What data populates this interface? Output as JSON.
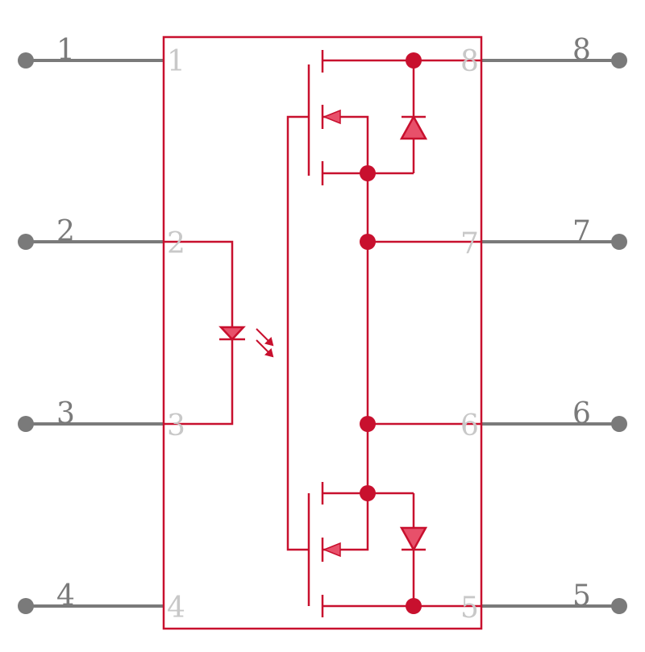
{
  "colors": {
    "body": "#c8102e",
    "pin": "#7a7a7a",
    "pin_inner_label": "#c8c8c8",
    "background": "#ffffff"
  },
  "pins": {
    "left": [
      {
        "outer": "1",
        "inner": "1"
      },
      {
        "outer": "2",
        "inner": "2"
      },
      {
        "outer": "3",
        "inner": "3"
      },
      {
        "outer": "4",
        "inner": "4"
      }
    ],
    "right": [
      {
        "outer": "8",
        "inner": "8"
      },
      {
        "outer": "7",
        "inner": "7"
      },
      {
        "outer": "6",
        "inner": "6"
      },
      {
        "outer": "5",
        "inner": "5"
      }
    ]
  }
}
